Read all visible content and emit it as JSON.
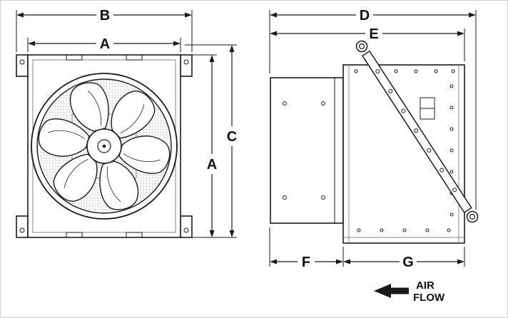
{
  "diagram": {
    "colors": {
      "line": "#1a1a1a",
      "mesh": "#cdcdcd",
      "background": "#ffffff"
    },
    "front_view": {
      "dims": {
        "overall_width": "B",
        "panel_width": "A",
        "overall_height": "C",
        "panel_height": "A"
      }
    },
    "side_view": {
      "dims": {
        "overall_length": "D",
        "housing_length": "E",
        "inlet_depth": "F",
        "cabinet_depth": "G"
      }
    },
    "air_flow": {
      "line1": "AIR",
      "line2": "FLOW"
    }
  }
}
